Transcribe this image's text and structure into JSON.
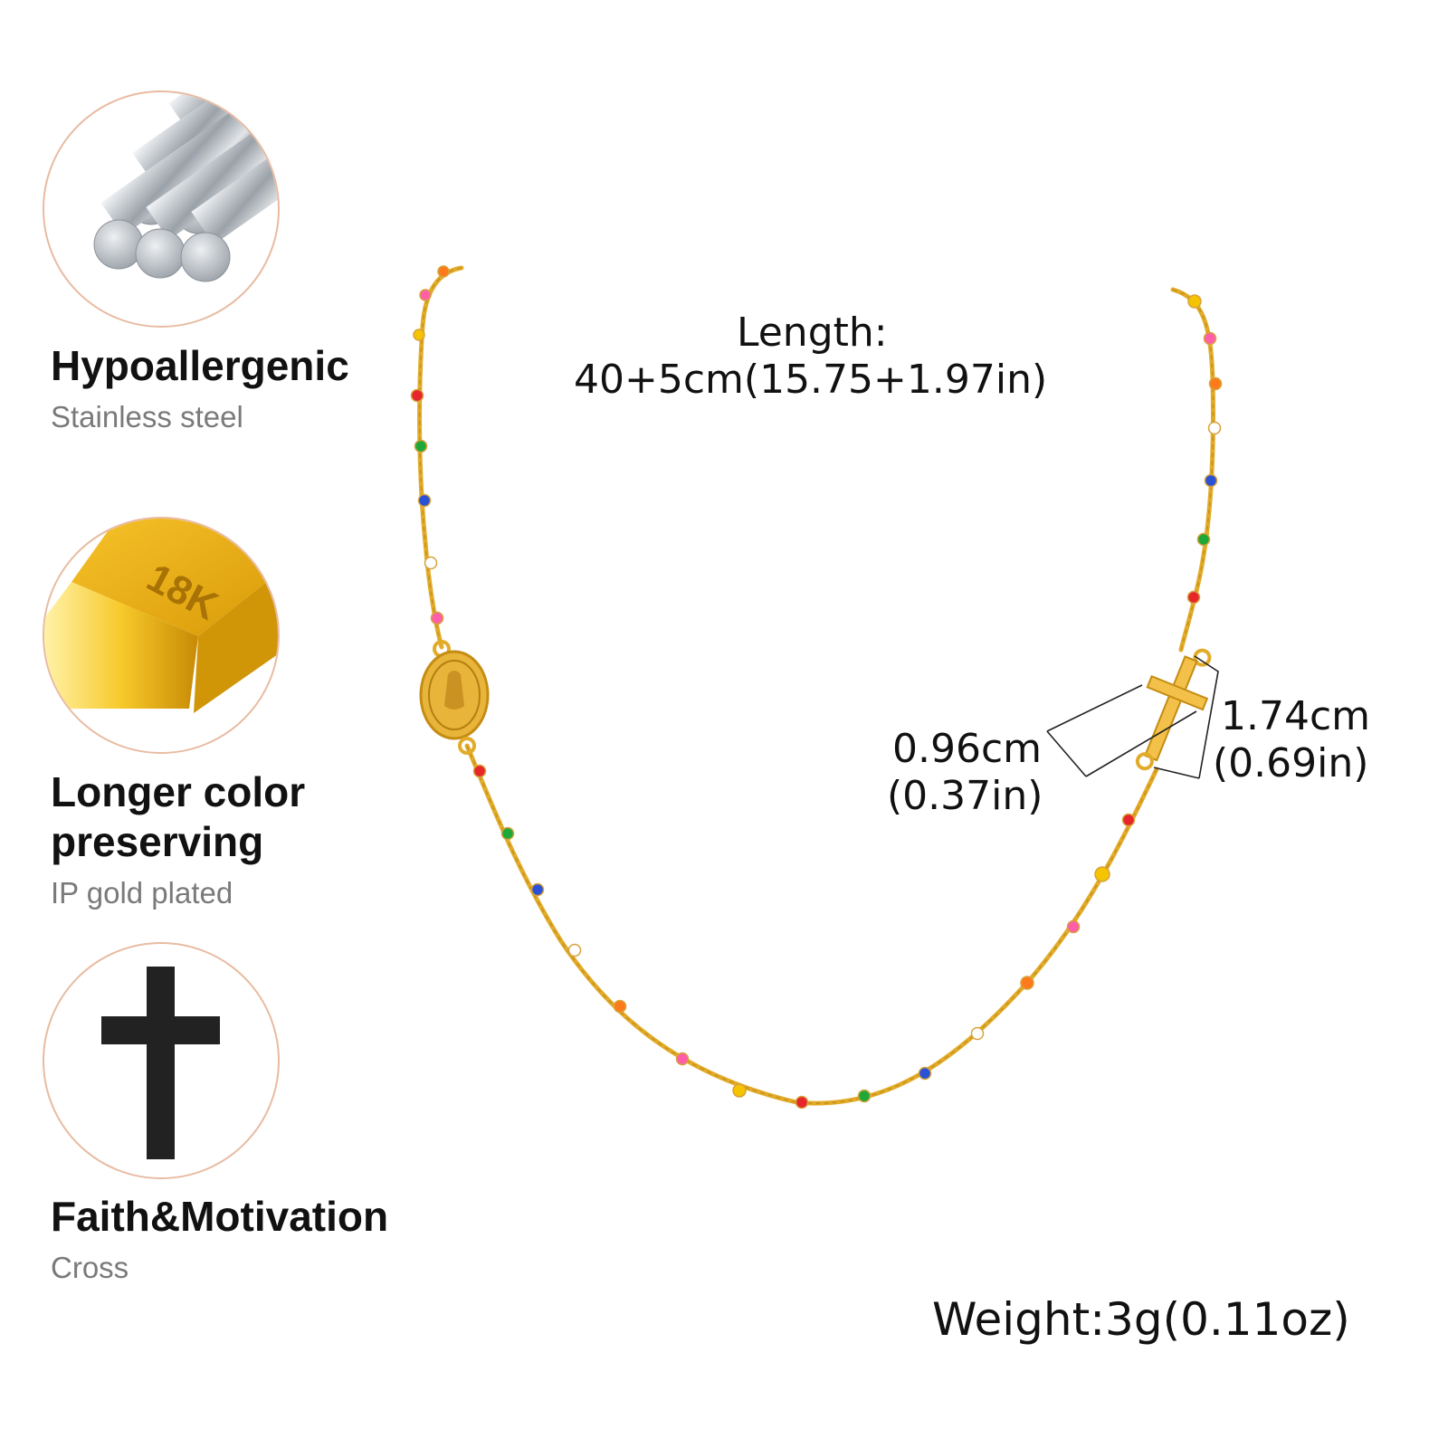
{
  "features": [
    {
      "title": "Hypoallergenic",
      "subtitle": "Stainless steel",
      "icon": "steel-rods-icon"
    },
    {
      "title_line1": "Longer color",
      "title_line2": "preserving",
      "subtitle": "IP gold plated",
      "icon": "gold-bar-icon",
      "bar_label": "18K"
    },
    {
      "title": "Faith&Motivation",
      "subtitle": "Cross",
      "icon": "cross-icon"
    }
  ],
  "specs": {
    "length_label": "Length:",
    "length_value": "40+5cm(15.75+1.97in)",
    "cross_width_cm": "0.96cm",
    "cross_width_in": "(0.37in)",
    "cross_height_cm": "1.74cm",
    "cross_height_in": "(0.69in)",
    "weight": "Weight:3g(0.11oz)"
  },
  "colors": {
    "gold": "#e2ac2a",
    "circle_border": "#e8bba2",
    "bead_palette": [
      "#ff7a1a",
      "#ff5fa8",
      "#f5c400",
      "#e6262a",
      "#1fa83a",
      "#2a52d6",
      "#ffffff"
    ]
  }
}
